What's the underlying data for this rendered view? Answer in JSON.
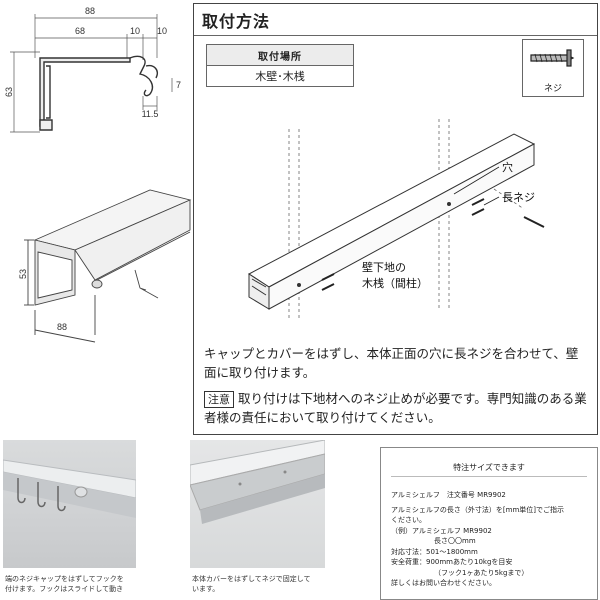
{
  "dims": {
    "d88": "88",
    "d68": "68",
    "d10a": "10",
    "d10b": "10",
    "d63": "63",
    "d7": "7",
    "d115": "11.5"
  },
  "iso": {
    "d53": "53",
    "d88": "88"
  },
  "install": {
    "title": "取付方法",
    "table_header": "取付場所",
    "table_value": "木壁･木桟",
    "screw_label": "ネジ",
    "labels": {
      "hole": "穴",
      "long_screw": "長ネジ",
      "stud_line1": "壁下地の",
      "stud_line2": "木桟（間柱）"
    },
    "instruction": "キャップとカバーをはずし、本体正面の穴に長ネジを合わせて、壁面に取り付けます。",
    "caution_badge": "注意",
    "caution": "取り付けは下地材へのネジ止めが必要です。専門知識のある業者様の責任において取り付けてください。"
  },
  "photos": {
    "caption1_line1": "端のネジキャップをはずしてフックを",
    "caption1_line2": "付けます。フックはスライドして動き",
    "caption2_line1": "本体カバーをはずしてネジで固定して",
    "caption2_line2": "います。"
  },
  "special": {
    "title": "特注サイズできます",
    "line1": "アルミシェルフ　注文番号 MR9902",
    "line2": "アルミシェルフの長さ（外寸法）を[mm単位]でご指示",
    "line3": "ください。",
    "line4": "（例）アルミシェルフ MR9902",
    "line5": "長さ〇〇mm",
    "line6": "対応寸法：501～1800mm",
    "line7": "安全荷重：900mmあたり10kgを目安",
    "line8": "（フック1ヶあたり5kgまで）",
    "line9": "詳しくはお問い合わせください。"
  }
}
